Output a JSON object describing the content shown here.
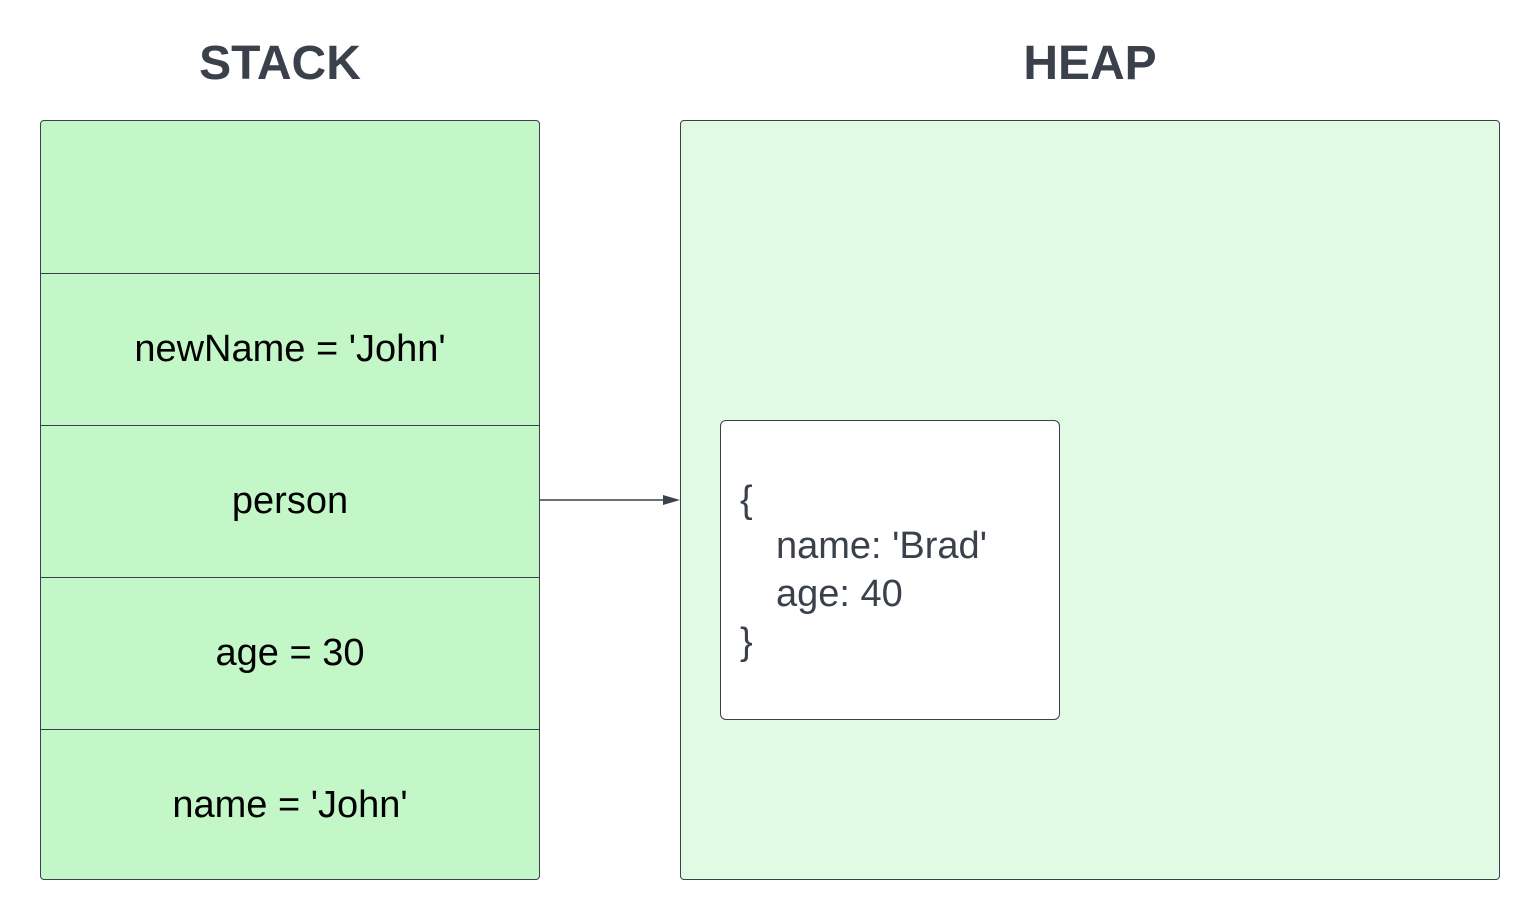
{
  "stack": {
    "title": "STACK",
    "rows": [
      "",
      "newName = 'John'",
      "person",
      "age = 30",
      "name = 'John'"
    ]
  },
  "heap": {
    "title": "HEAP",
    "object": {
      "open_brace": "{",
      "props": [
        "name: 'Brad'",
        "age: 40"
      ],
      "close_brace": "}"
    }
  },
  "colors": {
    "stack_fill": "#c3f7c8",
    "heap_fill": "#e1fae3",
    "stroke": "#3a414a"
  }
}
